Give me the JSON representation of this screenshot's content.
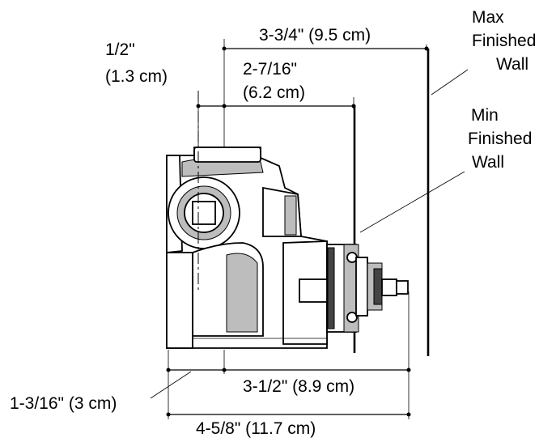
{
  "dimensions": {
    "top_offset": "1/2\"",
    "top_offset_metric": "(1.3 cm)",
    "min_wall_depth": "2-7/16\"",
    "min_wall_depth_metric": "(6.2 cm)",
    "max_wall_depth": "3-3/4\" (9.5 cm)",
    "body_to_stem": "3-1/2\" (8.9 cm)",
    "back_offset": "1-3/16\" (3 cm)",
    "overall_length": "4-5/8\" (11.7 cm)"
  },
  "walls": {
    "max_line1": "Max",
    "max_line2": "Finished",
    "max_line3": "Wall",
    "min_line1": "Min",
    "min_line2": "Finished",
    "min_line3": "Wall"
  }
}
